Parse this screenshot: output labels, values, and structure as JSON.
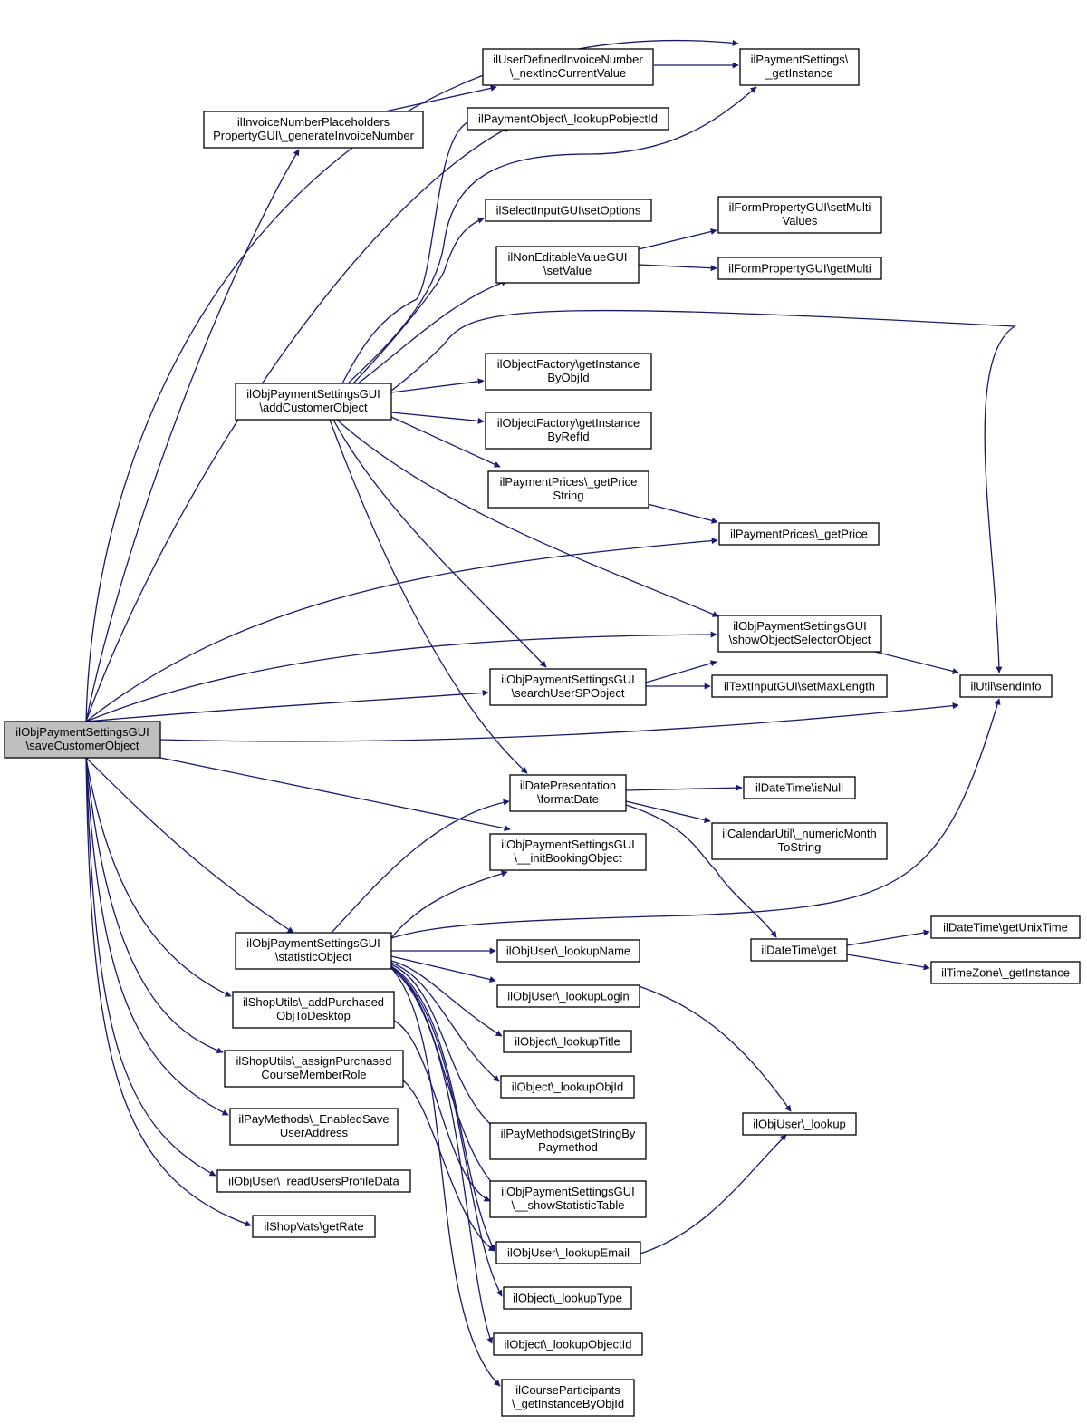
{
  "colors": {
    "edge": "#191970",
    "root_fill": "#bfbfbf",
    "node_fill": "#ffffff",
    "border": "#000000"
  },
  "nodes": {
    "saveCustomerObject": [
      "ilObjPaymentSettingsGUI",
      "\\saveCustomerObject"
    ],
    "paySettingsGetInstance": [
      "ilPaymentSettings\\",
      "_getInstance"
    ],
    "userDefinedInvoiceNumber": [
      "ilUserDefinedInvoiceNumber",
      "\\_nextIncCurrentValue"
    ],
    "invoiceNumberPlaceholders": [
      "ilInvoiceNumberPlaceholders",
      "PropertyGUI\\_generateInvoiceNumber"
    ],
    "lookupPobjectId": [
      "ilPaymentObject\\_lookupPobjectId"
    ],
    "selectSetOptions": [
      "ilSelectInputGUI\\setOptions"
    ],
    "formSetMultiValues": [
      "ilFormPropertyGUI\\setMulti",
      "Values"
    ],
    "nonEditableSetValue": [
      "ilNonEditableValueGUI",
      "\\setValue"
    ],
    "formGetMulti": [
      "ilFormPropertyGUI\\getMulti"
    ],
    "addCustomerObject": [
      "ilObjPaymentSettingsGUI",
      "\\addCustomerObject"
    ],
    "getInstanceByObjId": [
      "ilObjectFactory\\getInstance",
      "ByObjId"
    ],
    "getInstanceByRefId": [
      "ilObjectFactory\\getInstance",
      "ByRefId"
    ],
    "getPriceString": [
      "ilPaymentPrices\\_getPrice",
      "String"
    ],
    "getPrice": [
      "ilPaymentPrices\\_getPrice"
    ],
    "showObjectSelectorObject": [
      "ilObjPaymentSettingsGUI",
      "\\showObjectSelectorObject"
    ],
    "searchUserSPObject": [
      "ilObjPaymentSettingsGUI",
      "\\searchUserSPObject"
    ],
    "setMaxLength": [
      "ilTextInputGUI\\setMaxLength"
    ],
    "sendInfo": [
      "ilUtil\\sendInfo"
    ],
    "formatDate": [
      "ilDatePresentation",
      "\\formatDate"
    ],
    "isNull": [
      "ilDateTime\\isNull"
    ],
    "numericMonthToString": [
      "ilCalendarUtil\\_numericMonth",
      "ToString"
    ],
    "initBookingObject": [
      "ilObjPaymentSettingsGUI",
      "\\__initBookingObject"
    ],
    "statisticObject": [
      "ilObjPaymentSettingsGUI",
      "\\statisticObject"
    ],
    "dateTimeGet": [
      "ilDateTime\\get"
    ],
    "getUnixTime": [
      "ilDateTime\\getUnixTime"
    ],
    "timeZoneGetInstance": [
      "ilTimeZone\\_getInstance"
    ],
    "lookupName": [
      "ilObjUser\\_lookupName"
    ],
    "addPurchasedObjToDesktop": [
      "ilShopUtils\\_addPurchased",
      "ObjToDesktop"
    ],
    "lookupLogin": [
      "ilObjUser\\_lookupLogin"
    ],
    "lookupTitle": [
      "ilObject\\_lookupTitle"
    ],
    "assignPurchasedCourseMemberRole": [
      "ilShopUtils\\_assignPurchased",
      "CourseMemberRole"
    ],
    "lookupObjId": [
      "ilObject\\_lookupObjId"
    ],
    "enabledSaveUserAddress": [
      "ilPayMethods\\_EnabledSave",
      "UserAddress"
    ],
    "getStringByPaymethod": [
      "ilPayMethods\\getStringBy",
      "Paymethod"
    ],
    "objUserLookup": [
      "ilObjUser\\_lookup"
    ],
    "readUsersProfileData": [
      "ilObjUser\\_readUsersProfileData"
    ],
    "showStatisticTable": [
      "ilObjPaymentSettingsGUI",
      "\\__showStatisticTable"
    ],
    "getRate": [
      "ilShopVats\\getRate"
    ],
    "lookupEmail": [
      "ilObjUser\\_lookupEmail"
    ],
    "lookupType": [
      "ilObject\\_lookupType"
    ],
    "lookupObjectId": [
      "ilObject\\_lookupObjectId"
    ],
    "courseParticipantsGetInstance": [
      "ilCourseParticipants",
      "\\_getInstanceByObjId"
    ]
  }
}
